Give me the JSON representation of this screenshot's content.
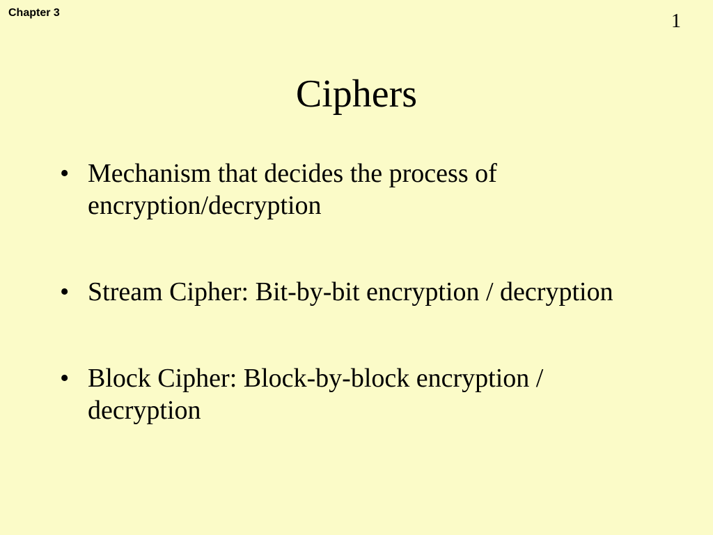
{
  "header": {
    "chapter_label": "Chapter 3",
    "slide_number": "1"
  },
  "slide": {
    "title": "Ciphers",
    "bullets": [
      {
        "text": "Mechanism that decides the process of encryption/decryption"
      },
      {
        "text": "Stream Cipher: Bit-by-bit encryption / decryption"
      },
      {
        "text": "Block Cipher: Block-by-block encryption / decryption"
      }
    ]
  },
  "colors": {
    "background": "#fbfbc8",
    "text": "#000000"
  }
}
